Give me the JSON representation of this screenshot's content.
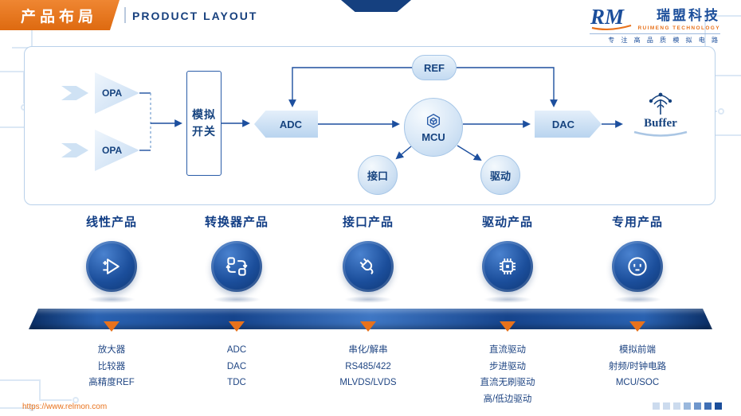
{
  "colors": {
    "accent_orange": "#e8721c",
    "brand_navy": "#1b4e9b",
    "diagram_navy": "#16437f"
  },
  "header": {
    "title_cn": "产品布局",
    "title_en": "PRODUCT LAYOUT",
    "brand": {
      "logo_mark": "RM",
      "name_cn": "瑞盟科技",
      "name_en": "RUIMENG TECHNOLOGY",
      "slogan": "专 注 高 品 质 模 拟 电 路"
    }
  },
  "diagram": {
    "opa_top": "OPA",
    "opa_bottom": "OPA",
    "analog_switch": "模拟开关",
    "adc": "ADC",
    "ref": "REF",
    "mcu": "MCU",
    "interface_node": "接口",
    "driver_node": "驱动",
    "dac": "DAC",
    "buffer": "Buffer"
  },
  "categories": [
    {
      "label": "线性产品",
      "icon": "amplifier-icon",
      "items": [
        "放大器",
        "比较器",
        "高精度REF"
      ]
    },
    {
      "label": "转换器产品",
      "icon": "converter-icon",
      "items": [
        "ADC",
        "DAC",
        "TDC"
      ]
    },
    {
      "label": "接口产品",
      "icon": "plug-icon",
      "items": [
        "串化/解串",
        "RS485/422",
        "MLVDS/LVDS"
      ]
    },
    {
      "label": "驱动产品",
      "icon": "chip-icon",
      "items": [
        "直流驱动",
        "步进驱动",
        "直流无刷驱动",
        "高/低边驱动"
      ]
    },
    {
      "label": "专用产品",
      "icon": "socket-icon",
      "items": [
        "模拟前端",
        "射频/时钟电路",
        "MCU/SOC"
      ]
    }
  ],
  "footer": {
    "url": "https://www.relmon.com"
  }
}
